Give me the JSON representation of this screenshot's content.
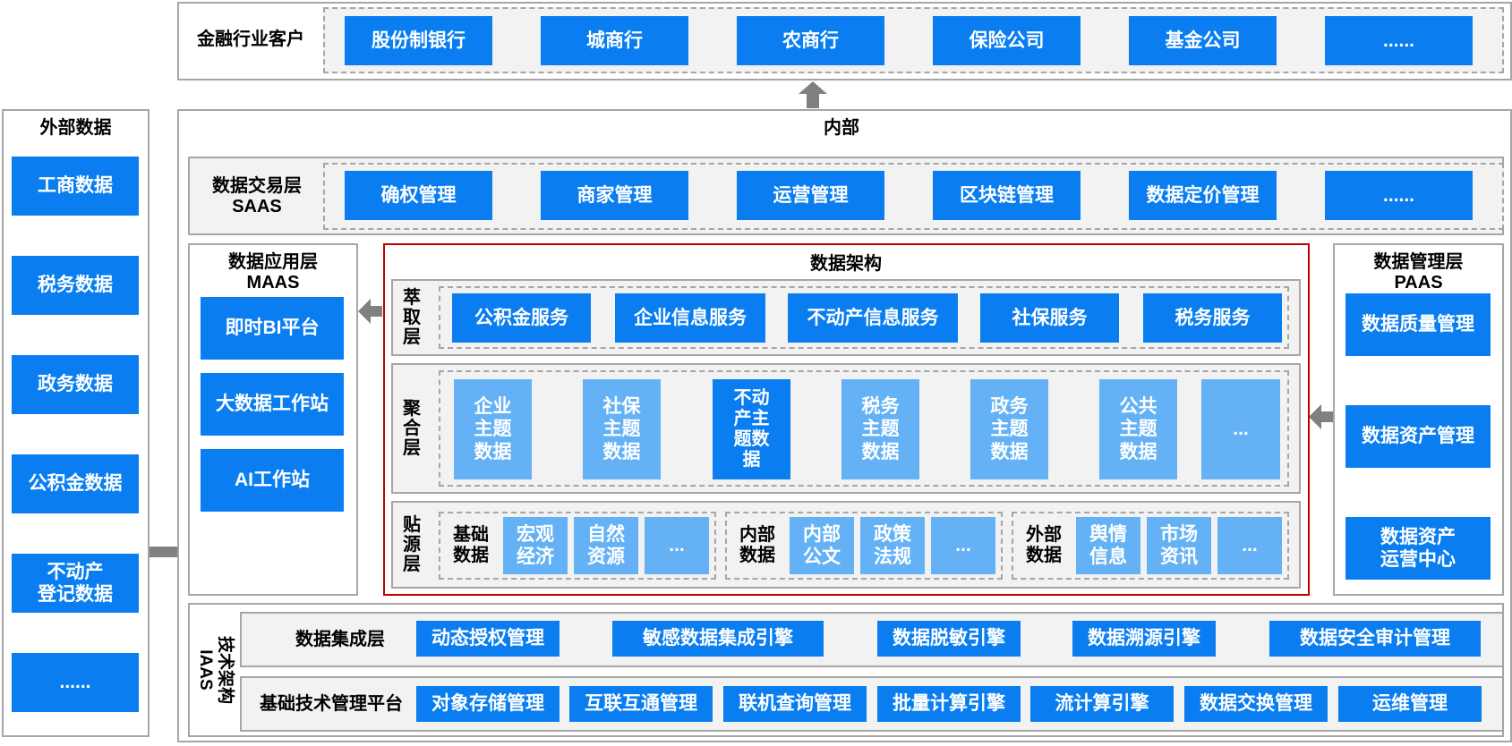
{
  "finance": {
    "title": "金融行业客户",
    "items": [
      "股份制银行",
      "城商行",
      "农商行",
      "保险公司",
      "基金公司",
      "......"
    ]
  },
  "external": {
    "title": "外部数据",
    "items": [
      "工商数据",
      "税务数据",
      "政务数据",
      "公积金数据",
      "不动产\n登记数据",
      "......"
    ]
  },
  "internal": {
    "title": "内部"
  },
  "saas": {
    "title": "数据交易层\nSAAS",
    "items": [
      "确权管理",
      "商家管理",
      "运营管理",
      "区块链管理",
      "数据定价管理",
      "......"
    ]
  },
  "maas": {
    "title": "数据应用层\nMAAS",
    "items": [
      "即时BI平台",
      "大数据工作站",
      "AI工作站"
    ]
  },
  "paas": {
    "title": "数据管理层\nPAAS",
    "items": [
      "数据质量管理",
      "数据资产管理",
      "数据资产\n运营中心"
    ]
  },
  "architecture": {
    "title": "数据架构",
    "extract": {
      "label": "萃\n取\n层",
      "items": [
        "公积金服务",
        "企业信息服务",
        "不动产信息服务",
        "社保服务",
        "税务服务"
      ]
    },
    "aggregate": {
      "label": "聚\n合\n层",
      "items": [
        "企业\n主题\n数据",
        "社保\n主题\n数据",
        "不动\n产主\n题数\n据",
        "税务\n主题\n数据",
        "政务\n主题\n数据",
        "公共\n主题\n数据",
        "..."
      ]
    },
    "source": {
      "label": "贴\n源\n层",
      "groups": [
        {
          "label": "基础\n数据",
          "items": [
            "宏观\n经济",
            "自然\n资源",
            "..."
          ]
        },
        {
          "label": "内部\n数据",
          "items": [
            "内部\n公文",
            "政策\n法规",
            "..."
          ]
        },
        {
          "label": "外部\n数据",
          "items": [
            "舆情\n信息",
            "市场\n资讯",
            "..."
          ]
        }
      ]
    }
  },
  "iaas": {
    "title": "技术架构\nIAAS",
    "integration": {
      "label": "数据集成层",
      "items": [
        "动态授权管理",
        "敏感数据集成引擎",
        "数据脱敏引擎",
        "数据溯源引擎",
        "数据安全审计管理"
      ]
    },
    "platform": {
      "label": "基础技术管理平台",
      "items": [
        "对象存储管理",
        "互联互通管理",
        "联机查询管理",
        "批量计算引擎",
        "流计算引擎",
        "数据交换管理",
        "运维管理"
      ]
    }
  },
  "colors": {
    "primary_blue": "#0a7ef0",
    "light_blue": "#64b2f5",
    "architecture_border": "#c00000",
    "arrow_gray": "#808080",
    "panel_gray": "#f2f2f2"
  }
}
